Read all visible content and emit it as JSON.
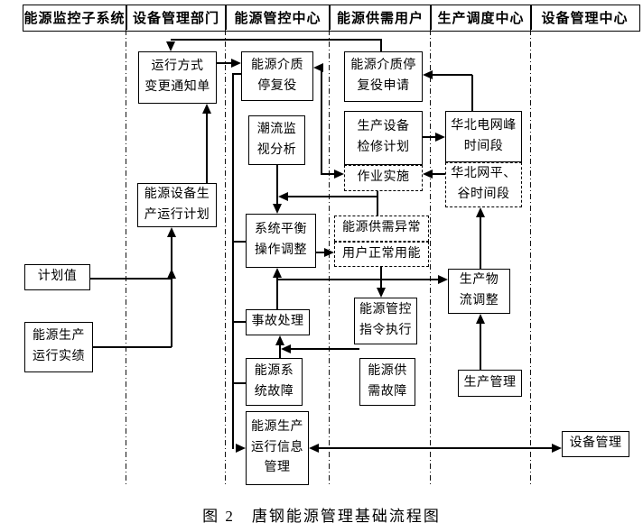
{
  "figure": {
    "caption": "图 2　唐钢能源管理基础流程图"
  },
  "header": {
    "columns": [
      "能源监控子系统",
      "设备管理部门",
      "能源管控中心",
      "能源供需用户",
      "生产调度中心",
      "设备管理中心"
    ]
  },
  "nodes": {
    "operation_notice": {
      "label": "运行方式\n变更通知单"
    },
    "equip_production_plan": {
      "label": "能源设备生\n产运行计划"
    },
    "plan_value": {
      "label": "计划值"
    },
    "production_actual": {
      "label": "能源生产\n运行实绩"
    },
    "medium_stop_restore": {
      "label": "能源介质\n停复役"
    },
    "flow_monitor": {
      "label": "潮流监\n视分析"
    },
    "system_balance": {
      "label": "系统平衡\n操作调整"
    },
    "accident_handling": {
      "label": "事故处理"
    },
    "system_fault": {
      "label": "能源系\n统故障"
    },
    "info_mgmt": {
      "label": "能源生产\n运行信息\n管理"
    },
    "stop_restore_apply": {
      "label": "能源介质停\n复役申请"
    },
    "maintenance_plan": {
      "label": "生产设备\n检修计划"
    },
    "work_implementation": {
      "label": "作业实施"
    },
    "supply_demand_abnormal": {
      "label": "能源供需异常"
    },
    "user_normal_use": {
      "label": "用户正常用能"
    },
    "control_command_exec": {
      "label": "能源管控\n指令执行"
    },
    "supply_demand_fault": {
      "label": "能源供\n需故障"
    },
    "grid_peak_period": {
      "label": "华北电网峰\n时间段"
    },
    "grid_flat_valley_period": {
      "label": "华北网平、\n谷时间段"
    },
    "logistics_adjust": {
      "label": "生产物\n流调整"
    },
    "production_mgmt": {
      "label": "生产管理"
    },
    "equipment_mgmt": {
      "label": "设备管理"
    }
  },
  "edges": [
    {
      "from": "stop_restore_apply",
      "to": "operation_notice",
      "dir": "forward"
    },
    {
      "from": "operation_notice",
      "to": "medium_stop_restore",
      "dir": "forward"
    },
    {
      "from": "equip_production_plan",
      "to": "operation_notice",
      "dir": "forward"
    },
    {
      "from": "plan_value",
      "to": "equip_production_plan",
      "dir": "forward"
    },
    {
      "from": "production_actual",
      "to": "equip_production_plan",
      "dir": "forward"
    },
    {
      "from": "medium_stop_restore",
      "to": "work_implementation",
      "dir": "both"
    },
    {
      "from": "maintenance_plan",
      "to": "grid_peak_period",
      "dir": "forward"
    },
    {
      "from": "grid_peak_period",
      "to": "stop_restore_apply",
      "dir": "forward"
    },
    {
      "from": "grid_flat_valley_period",
      "to": "work_implementation",
      "dir": "forward"
    },
    {
      "from": "work_implementation",
      "to": "system_balance",
      "dir": "forward"
    },
    {
      "from": "work_implementation",
      "to": "supply_demand_abnormal",
      "dir": "forward"
    },
    {
      "from": "flow_monitor",
      "to": "system_balance",
      "dir": "forward"
    },
    {
      "from": "system_balance",
      "to": "user_normal_use",
      "dir": "forward"
    },
    {
      "from": "accident_handling",
      "to": "system_balance",
      "dir": "forward"
    },
    {
      "from": "accident_handling",
      "to": "logistics_adjust",
      "dir": "forward"
    },
    {
      "from": "accident_handling",
      "to": "control_command_exec",
      "dir": "forward"
    },
    {
      "from": "user_normal_use",
      "to": "control_command_exec",
      "dir": "forward"
    },
    {
      "from": "system_fault",
      "to": "accident_handling",
      "dir": "forward"
    },
    {
      "from": "supply_demand_fault",
      "to": "accident_handling",
      "dir": "forward"
    },
    {
      "from": "medium_stop_restore",
      "to": "info_mgmt",
      "dir": "forward"
    },
    {
      "from": "system_balance",
      "to": "info_mgmt",
      "dir": "forward"
    },
    {
      "from": "accident_handling",
      "to": "info_mgmt",
      "dir": "forward"
    },
    {
      "from": "system_fault",
      "to": "info_mgmt",
      "dir": "forward"
    },
    {
      "from": "info_mgmt",
      "to": "equipment_mgmt",
      "dir": "both"
    },
    {
      "from": "logistics_adjust",
      "to": "grid_flat_valley_period",
      "dir": "forward"
    },
    {
      "from": "production_mgmt",
      "to": "logistics_adjust",
      "dir": "forward"
    }
  ],
  "colors": {
    "line": "#000000",
    "background": "#ffffff"
  }
}
